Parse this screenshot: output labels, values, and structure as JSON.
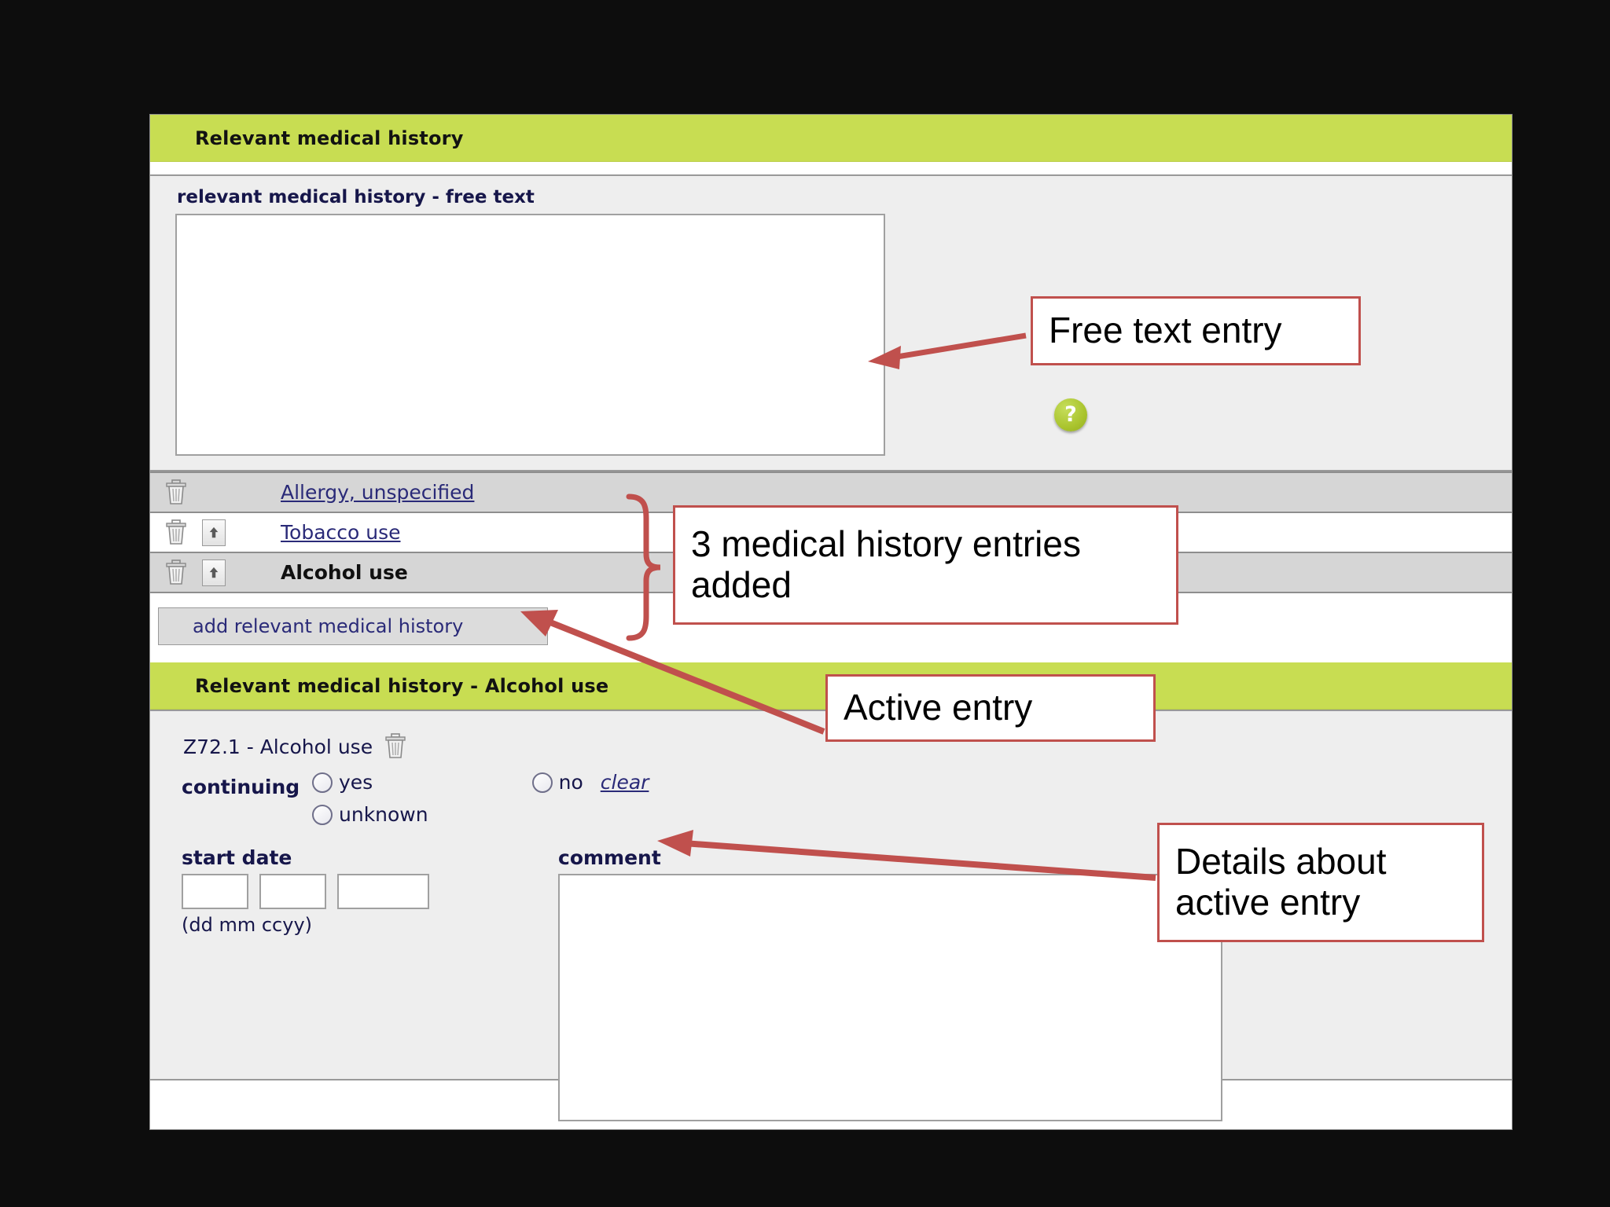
{
  "panel": {
    "section_header": "Relevant medical history",
    "detail_header": "Relevant medical history - Alcohol use"
  },
  "free_text": {
    "label": "relevant medical history - free text",
    "value": "",
    "help_icon": "question-mark-icon",
    "help_glyph": "?"
  },
  "entries": {
    "rows": [
      {
        "label": "Allergy, unspecified",
        "active": false,
        "has_up_button": false,
        "delete_icon": "trash-icon"
      },
      {
        "label": "Tobacco use",
        "active": false,
        "has_up_button": true,
        "delete_icon": "trash-icon"
      },
      {
        "label": "Alcohol use",
        "active": true,
        "has_up_button": true,
        "delete_icon": "trash-icon"
      }
    ],
    "add_button": "add relevant medical history"
  },
  "detail": {
    "code": "Z72.1 - Alcohol use",
    "delete_icon": "trash-icon",
    "continuing_label": "continuing",
    "options": [
      {
        "label": "yes",
        "selected": false
      },
      {
        "label": "no",
        "selected": false
      },
      {
        "label": "unknown",
        "selected": false
      }
    ],
    "clear_link": "clear",
    "start_date": {
      "label": "start date",
      "dd": "",
      "mm": "",
      "ccyy": "",
      "hint": "(dd mm ccyy)"
    },
    "comment": {
      "label": "comment",
      "value": ""
    }
  },
  "annotations": [
    {
      "text": "Free text entry"
    },
    {
      "text": "3 medical history entries added"
    },
    {
      "text": "Active entry"
    },
    {
      "text": "Details about active entry"
    }
  ],
  "colors": {
    "header_green": "#c8dd52",
    "panel_grey": "#eeeeee",
    "row_shaded": "#d6d6d6",
    "annotation_red": "#c0504d",
    "link_blue": "#2a2a78"
  }
}
